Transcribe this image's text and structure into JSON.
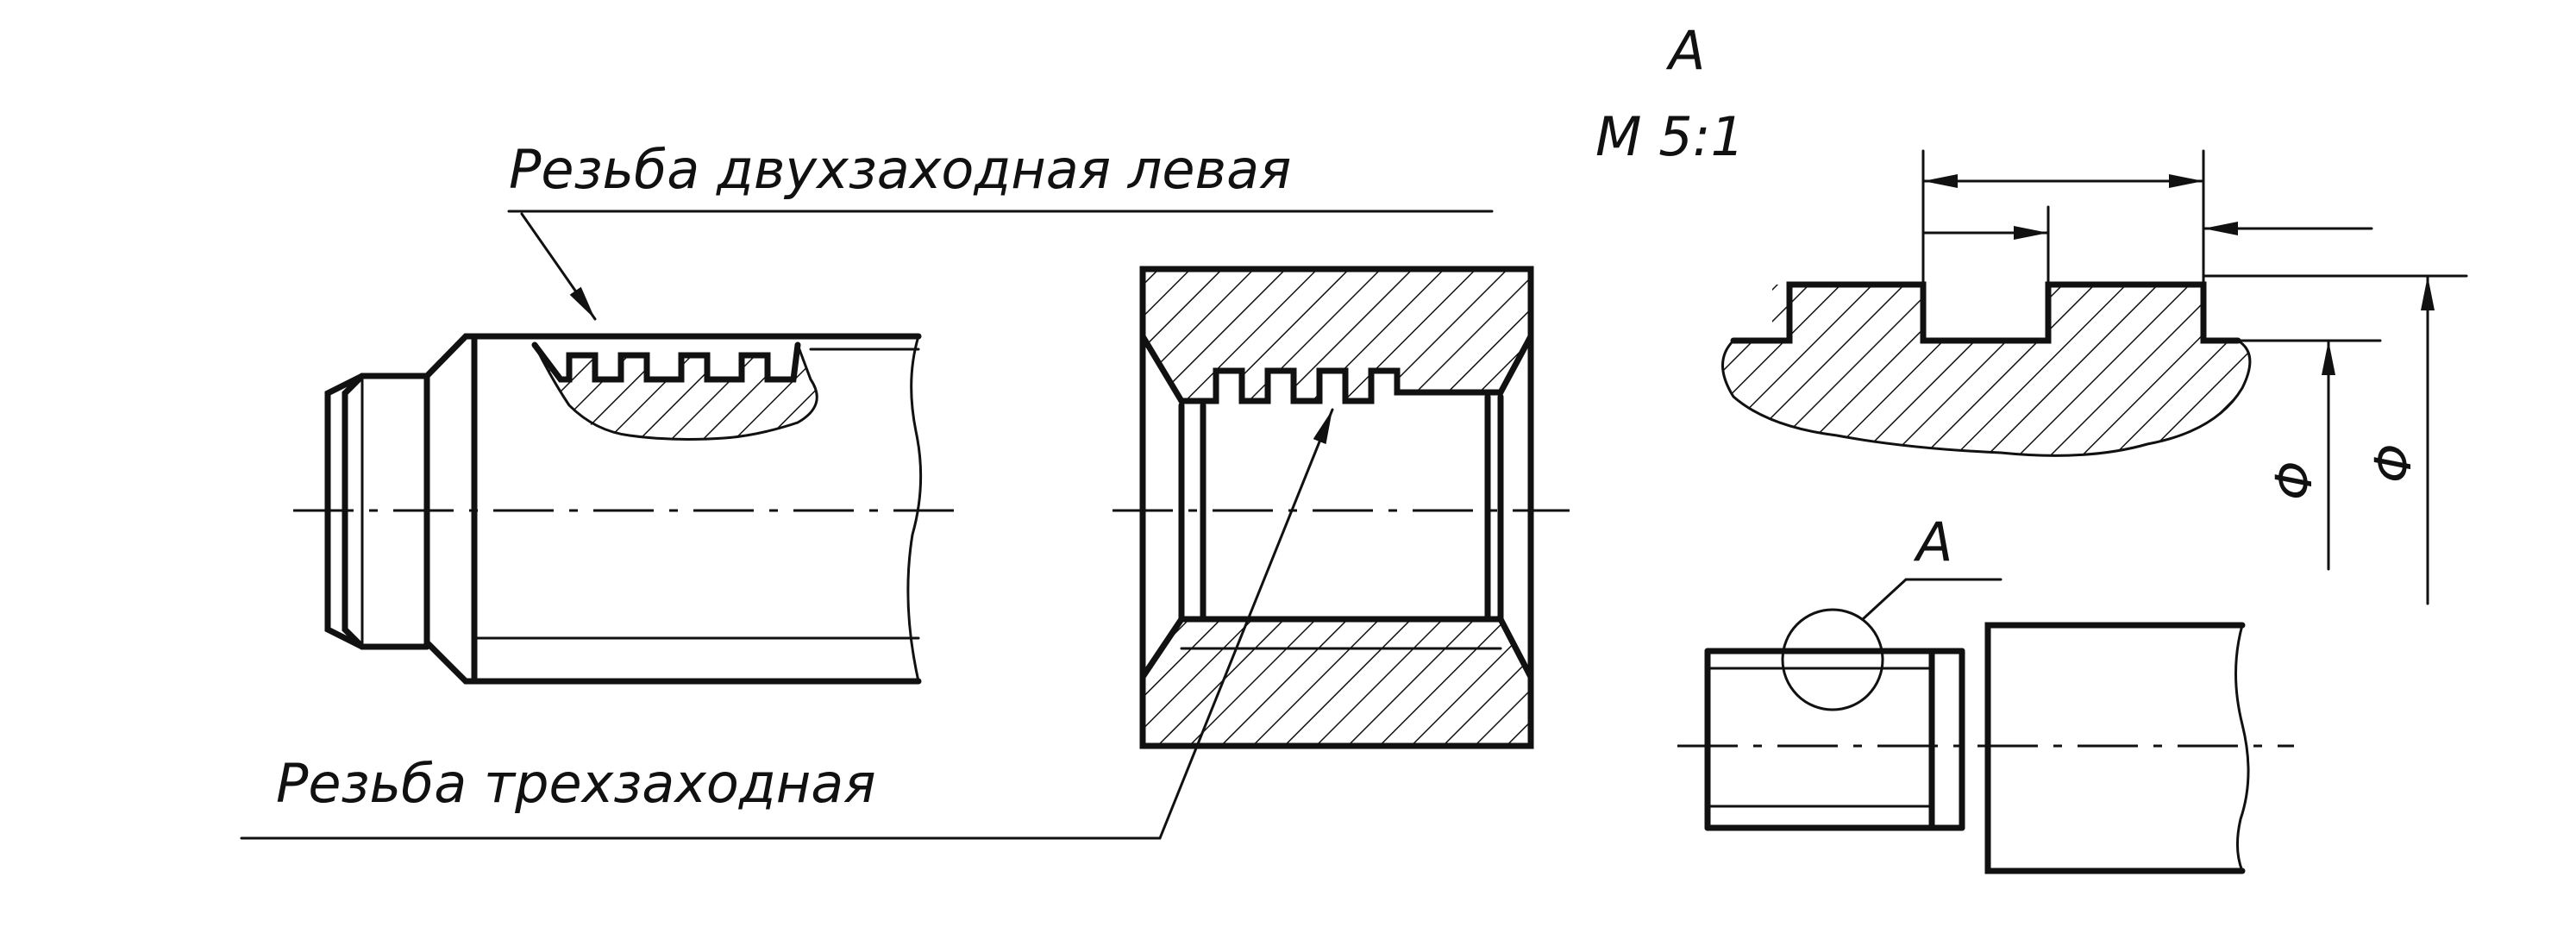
{
  "labels": {
    "thread_two_start_left": "Резьба двухзаходная левая",
    "thread_three_start": "Резьба трехзаходная",
    "view_letter": "A",
    "view_scale": "M 5:1",
    "detail_letter": "A",
    "diameter_symbol_1": "Φ",
    "diameter_symbol_2": "Φ"
  },
  "colors": {
    "ink": "#111111",
    "paper": "#ffffff"
  }
}
